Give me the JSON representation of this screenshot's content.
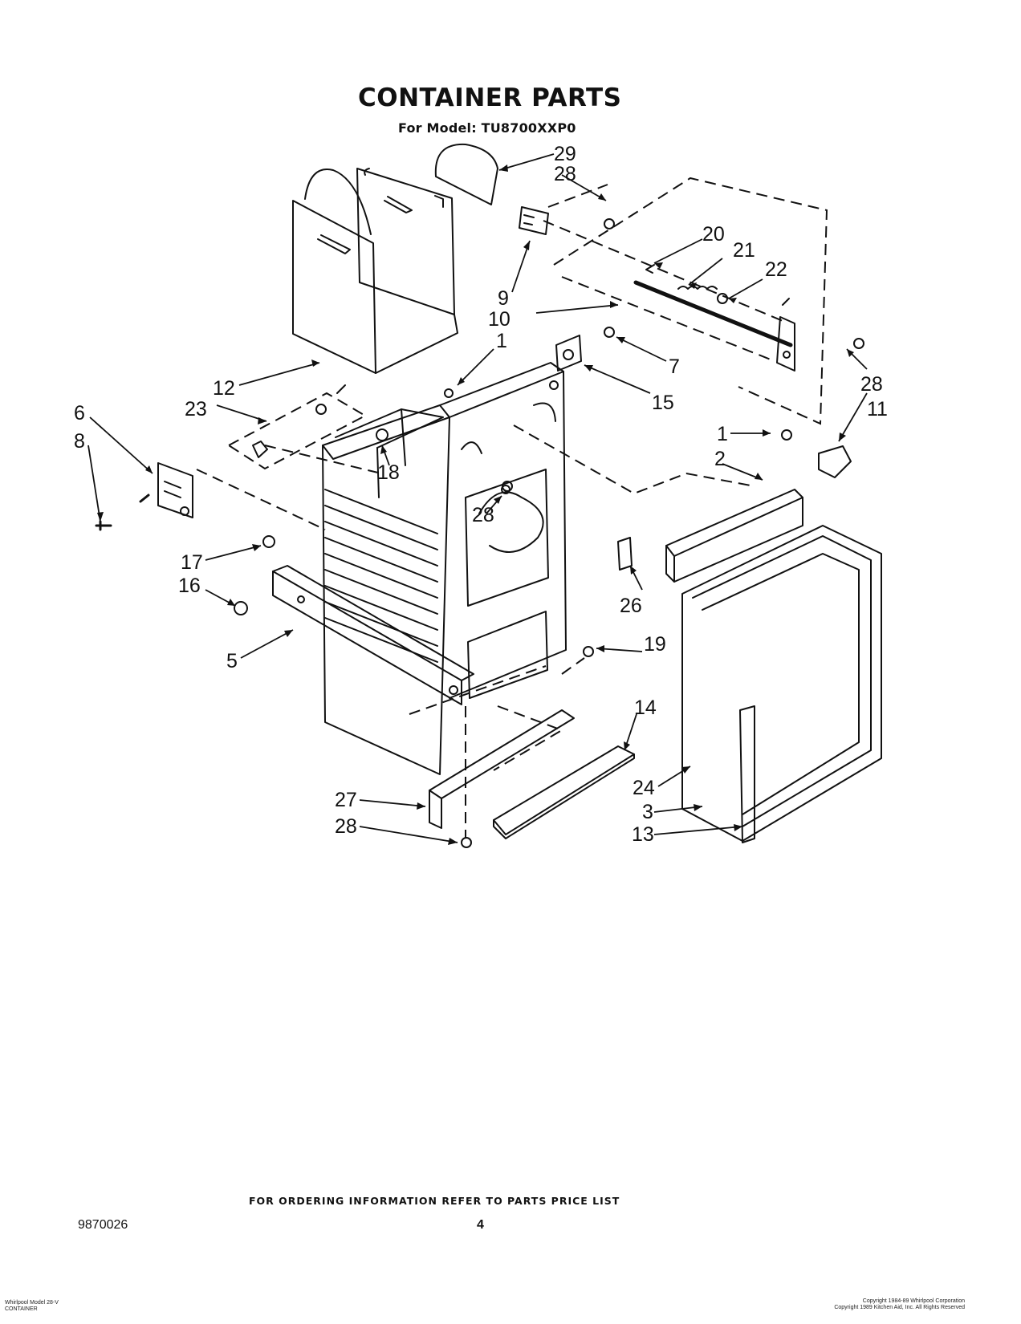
{
  "title": "CONTAINER PARTS",
  "subtitle": "For Model: TU8700XXP0",
  "callouts": [
    "29",
    "28",
    "20",
    "21",
    "22",
    "9",
    "10",
    "1",
    "7",
    "15",
    "28",
    "11",
    "12",
    "23",
    "6",
    "8",
    "18",
    "1",
    "2",
    "28",
    "26",
    "17",
    "16",
    "19",
    "5",
    "14",
    "27",
    "28",
    "24",
    "3",
    "13"
  ],
  "footer": {
    "ordering_note": "FOR ORDERING INFORMATION REFER TO PARTS PRICE LIST",
    "doc_number": "9870026",
    "page_number": "4",
    "bottom_left_lines": [
      "Whirlpool Model 28-V",
      "CONTAINER"
    ],
    "bottom_right_lines": [
      "Copyright 1984-89 Whirlpool Corporation",
      "Copyright 1989 Kitchen Aid, Inc. All Rights Reserved"
    ]
  }
}
